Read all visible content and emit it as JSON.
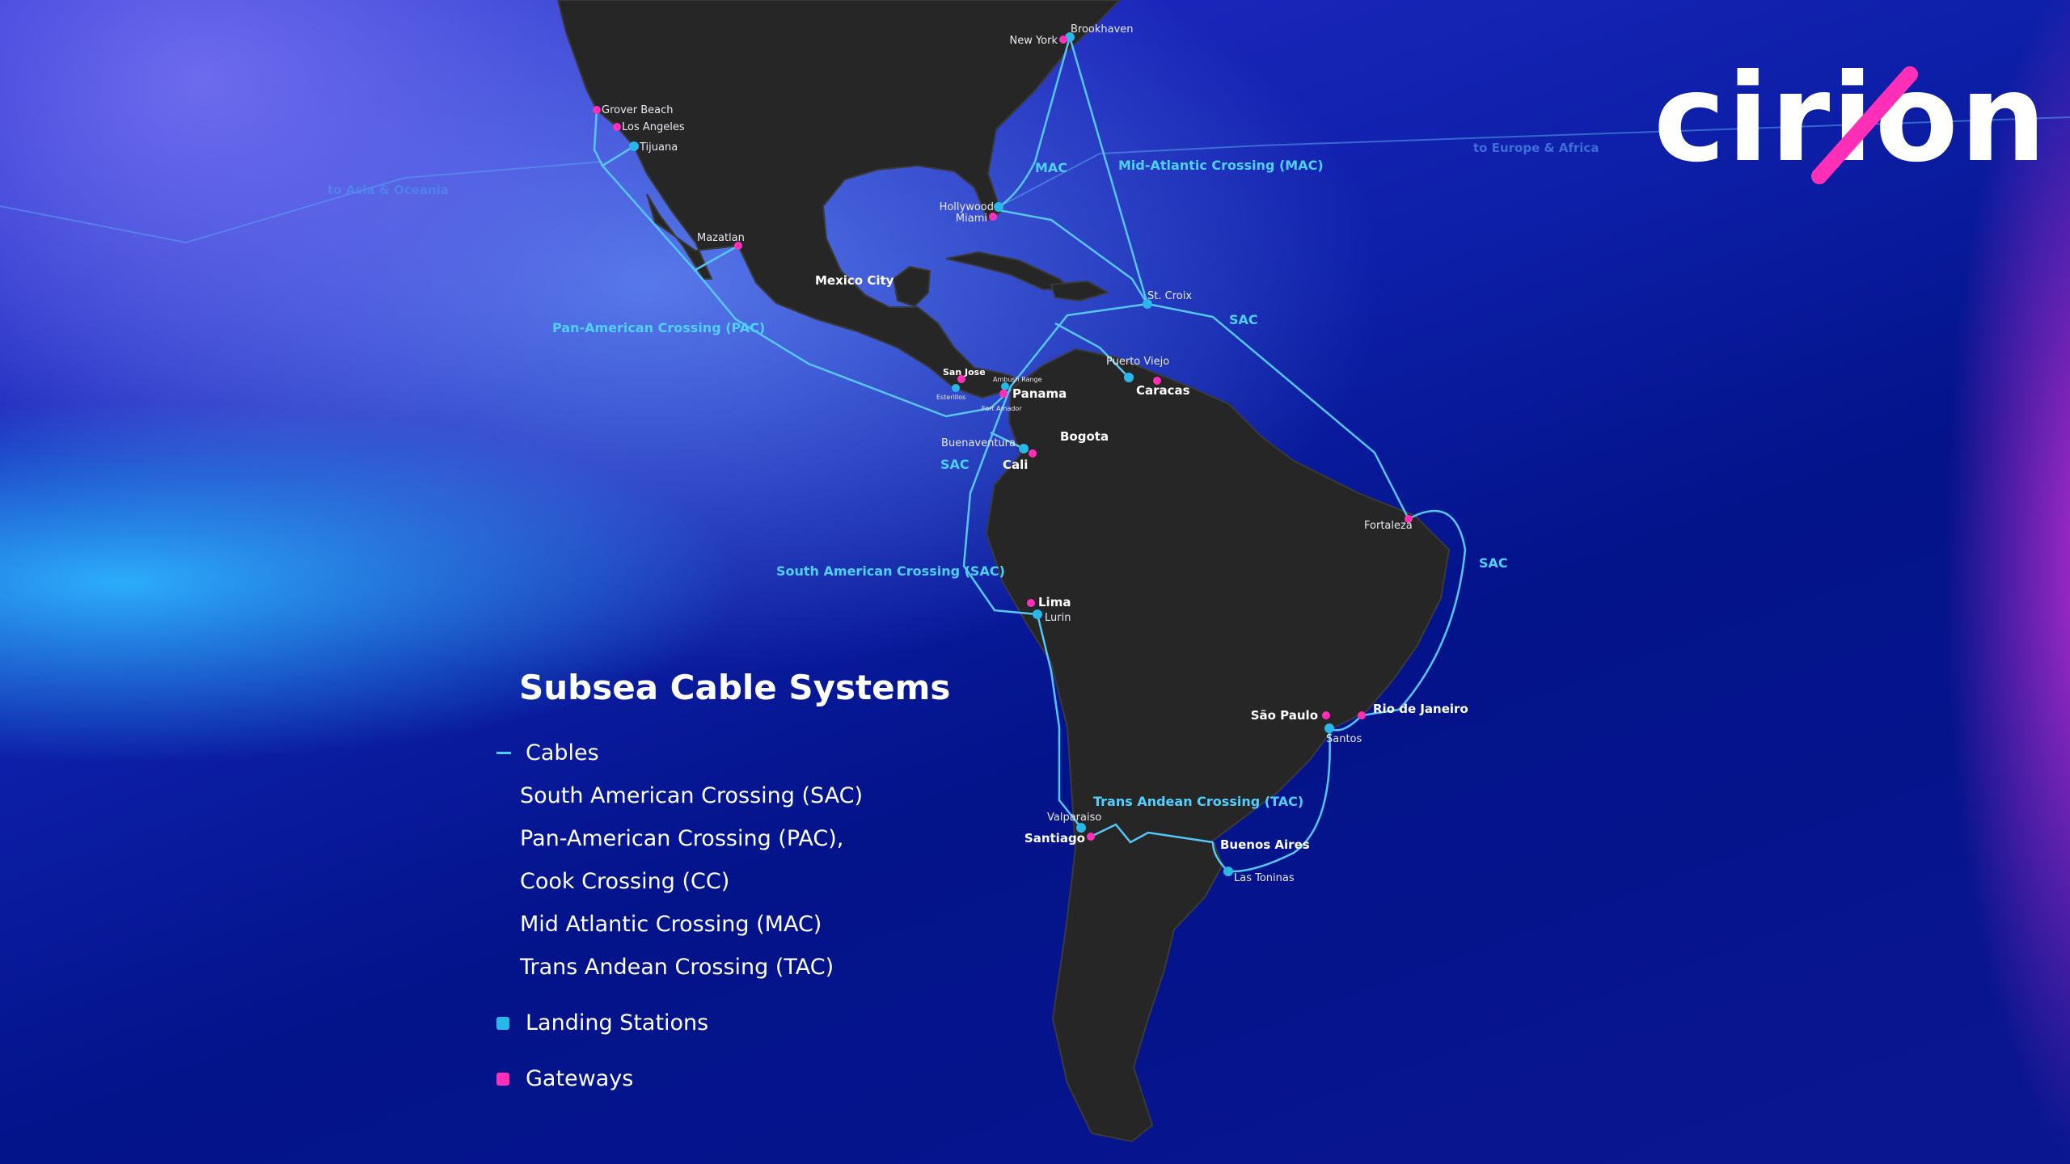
{
  "brand": {
    "logo_text": "cirion",
    "accent": "#ff2fb8"
  },
  "colors": {
    "cable": "#55c6f5",
    "landing_station": "#29b6e8",
    "gateway": "#ff2fb8",
    "background": "#03138a"
  },
  "legend": {
    "title": "Subsea Cable Systems",
    "cables_label": "Cables",
    "cables": [
      "South American Crossing (SAC)",
      "Pan-American Crossing (PAC),",
      "Cook Crossing (CC)",
      "Mid Atlantic Crossing (MAC)",
      "Trans Andean Crossing (TAC)"
    ],
    "landing_stations_label": "Landing Stations",
    "gateways_label": "Gateways"
  },
  "map": {
    "cable_labels": {
      "mac": "MAC",
      "mac_full": "Mid-Atlantic Crossing (MAC)",
      "sac1": "SAC",
      "pac": "Pan-American Crossing (PAC)",
      "sac2": "SAC",
      "sac_full": "South American Crossing (SAC)",
      "sac3": "SAC",
      "tac": "Trans Andean Crossing (TAC)"
    },
    "directions": {
      "asia": "to Asia & Oceania",
      "europe": "to Europe & Africa"
    },
    "cities": {
      "brookhaven": "Brookhaven",
      "new_york": "New York",
      "grover_beach": "Grover Beach",
      "los_angeles": "Los Angeles",
      "tijuana": "Tijuana",
      "mazatlan": "Mazatlan",
      "mexico_city": "Mexico City",
      "hollywood": "Hollywood",
      "miami": "Miami",
      "st_croix": "St. Croix",
      "san_jose": "San Jose",
      "esterillos": "Esterillos",
      "ambush_range": "Ambush Range",
      "fort_amador": "Fort Amador",
      "panama": "Panama",
      "puerto_viejo": "Puerto Viejo",
      "caracas": "Caracas",
      "bogota": "Bogota",
      "buenaventura": "Buenaventura",
      "cali": "Cali",
      "fortaleza": "Fortaleza",
      "lima": "Lima",
      "lurin": "Lurin",
      "sao_paulo": "São Paulo",
      "santos": "Santos",
      "rio": "Rio de Janeiro",
      "valparaiso": "Valparaiso",
      "santiago": "Santiago",
      "buenos_aires": "Buenos Aires",
      "las_toninas": "Las Toninas"
    }
  }
}
